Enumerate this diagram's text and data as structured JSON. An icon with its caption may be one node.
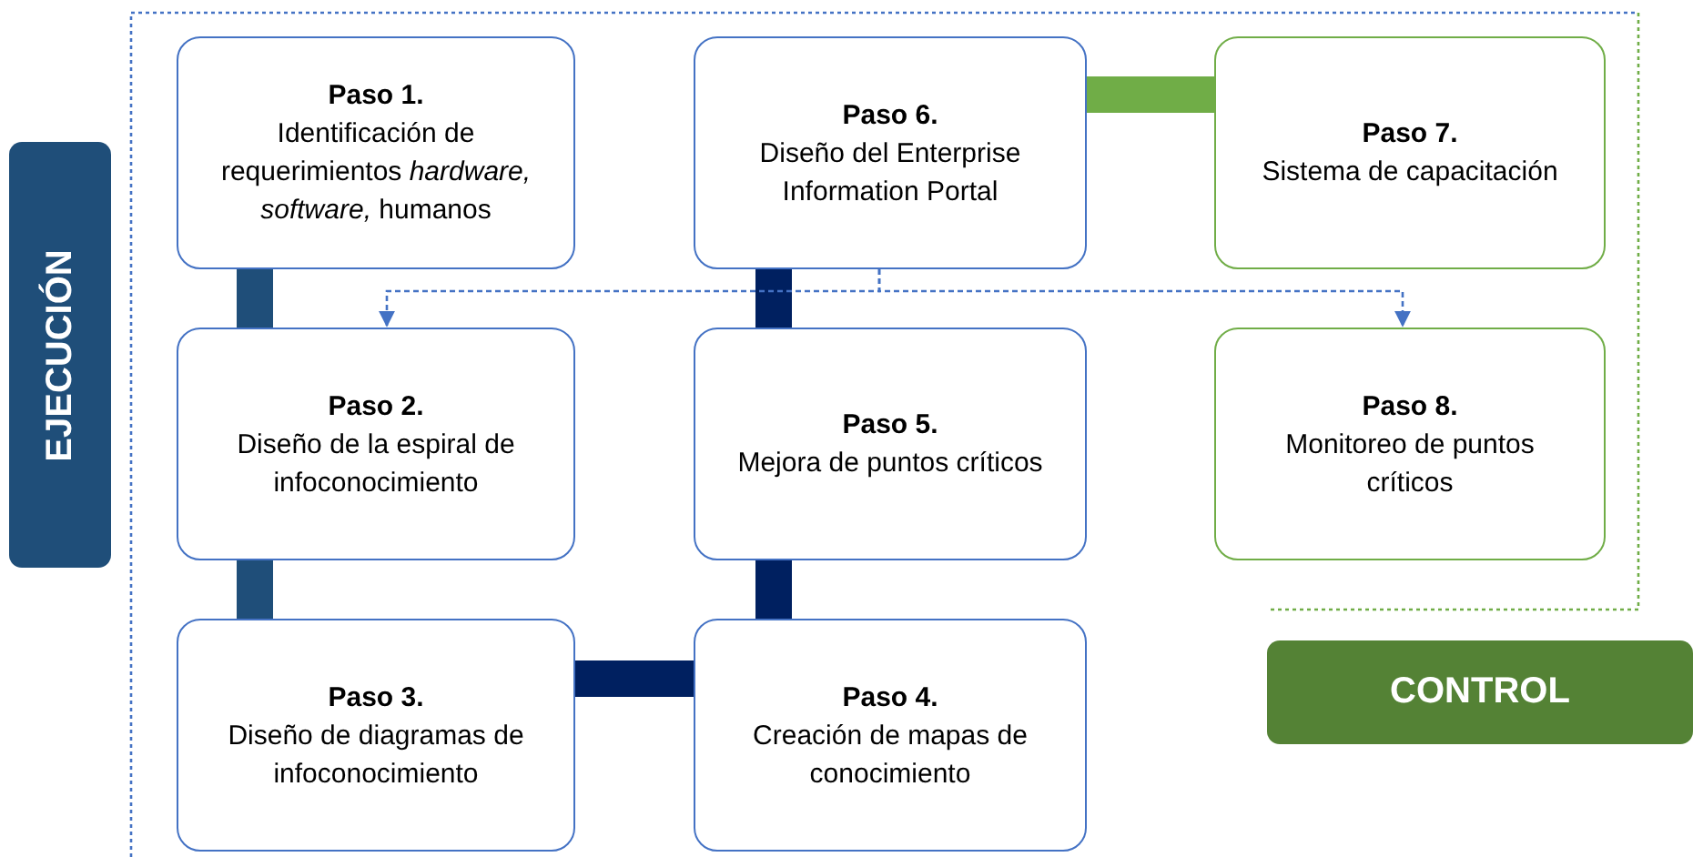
{
  "diagram": {
    "nodes": [
      {
        "text": [
          "EJECUCIÓN"
        ]
      },
      {
        "text": [
          "Paso 1.",
          "Identificación de requerimientos *hardware, software,* humanos"
        ]
      },
      {
        "text": [
          "Paso 6.",
          "Diseño del Enterprise Information Portal"
        ]
      },
      {
        "text": [
          "Paso 7.",
          "Sistema de capacitación"
        ]
      },
      {
        "text": [
          "Paso 2.",
          "Diseño de la espiral de infoconocimiento"
        ]
      },
      {
        "text": [
          "Paso 5.",
          "Mejora de puntos críticos"
        ]
      },
      {
        "text": [
          "Paso 8.",
          "Monitoreo de puntos críticos"
        ]
      },
      {
        "text": [
          "Paso 3.",
          "Diseño de diagramas de infoconocimiento"
        ]
      },
      {
        "text": [
          "Paso 4.",
          "Creación de mapas de conocimiento"
        ]
      },
      {
        "text": [
          "CONTROL"
        ]
      }
    ],
    "edges": [
      {
        "from": 1,
        "to": 4,
        "arrow": "none",
        "color": "#1f4e79"
      },
      {
        "from": 4,
        "to": 7,
        "arrow": "none",
        "color": "#1f4e79"
      },
      {
        "from": 7,
        "to": 8,
        "arrow": "none"
      },
      {
        "from": 8,
        "to": 5,
        "arrow": "none"
      },
      {
        "from": 5,
        "to": 2,
        "arrow": "none"
      },
      {
        "from": 2,
        "to": 3,
        "arrow": "none",
        "color": "#70ad47"
      },
      {
        "from": 2,
        "to": 4,
        "arrow": "to",
        "style": "dashed",
        "color": "#4472c4"
      },
      {
        "from": 2,
        "to": 6,
        "arrow": "to",
        "style": "dashed",
        "color": "#4472c4"
      }
    ]
  }
}
